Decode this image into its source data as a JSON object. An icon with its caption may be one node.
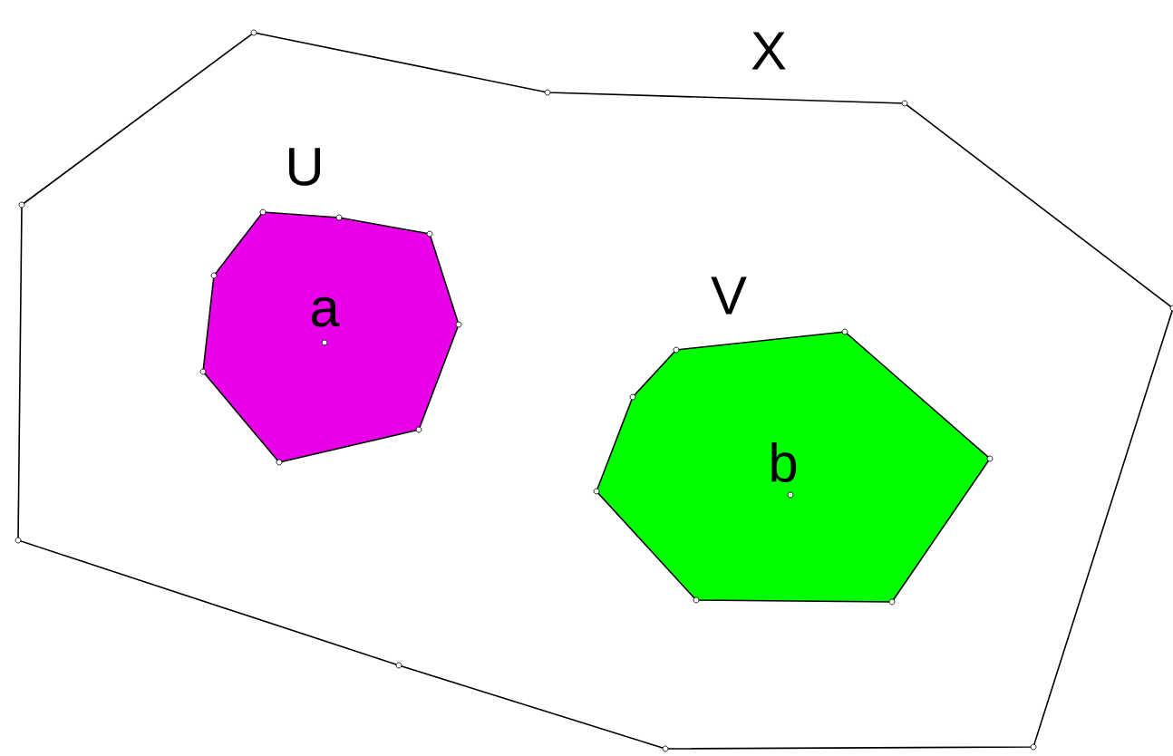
{
  "diagram": {
    "nodes": [
      {
        "text": [
          "X"
        ]
      },
      {
        "text": [
          "U",
          "a"
        ],
        "in": 0
      },
      {
        "text": [
          "V",
          "b"
        ],
        "in": 0
      }
    ]
  }
}
